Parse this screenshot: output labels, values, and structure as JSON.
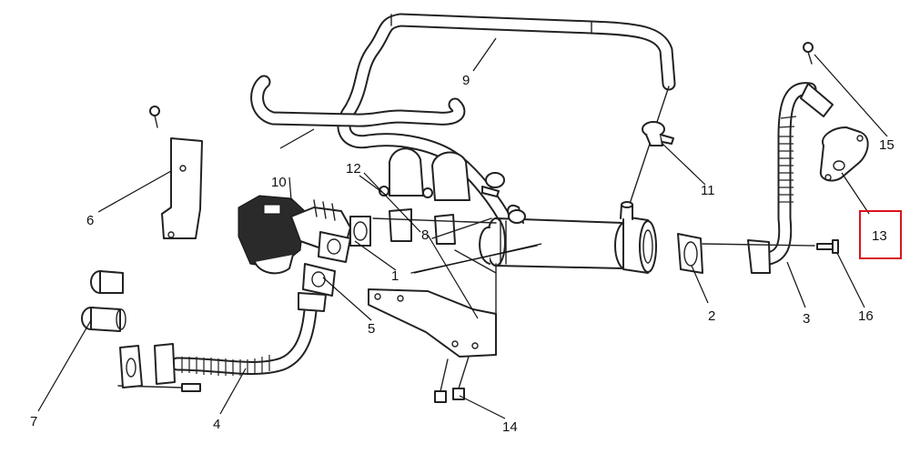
{
  "callouts": [
    {
      "id": "c1",
      "label": "1"
    },
    {
      "id": "c2",
      "label": "2"
    },
    {
      "id": "c3",
      "label": "3"
    },
    {
      "id": "c4",
      "label": "4"
    },
    {
      "id": "c5",
      "label": "5"
    },
    {
      "id": "c6",
      "label": "6"
    },
    {
      "id": "c7",
      "label": "7"
    },
    {
      "id": "c8",
      "label": "8"
    },
    {
      "id": "c9",
      "label": "9"
    },
    {
      "id": "c10",
      "label": "10"
    },
    {
      "id": "c11",
      "label": "11"
    },
    {
      "id": "c12",
      "label": "12"
    },
    {
      "id": "c13",
      "label": "13"
    },
    {
      "id": "c14",
      "label": "14"
    },
    {
      "id": "c15",
      "label": "15"
    },
    {
      "id": "c16",
      "label": "16"
    }
  ],
  "highlighted_callout": "13",
  "colors": {
    "highlight": "#d9141c",
    "line": "#222222",
    "background": "#ffffff"
  }
}
